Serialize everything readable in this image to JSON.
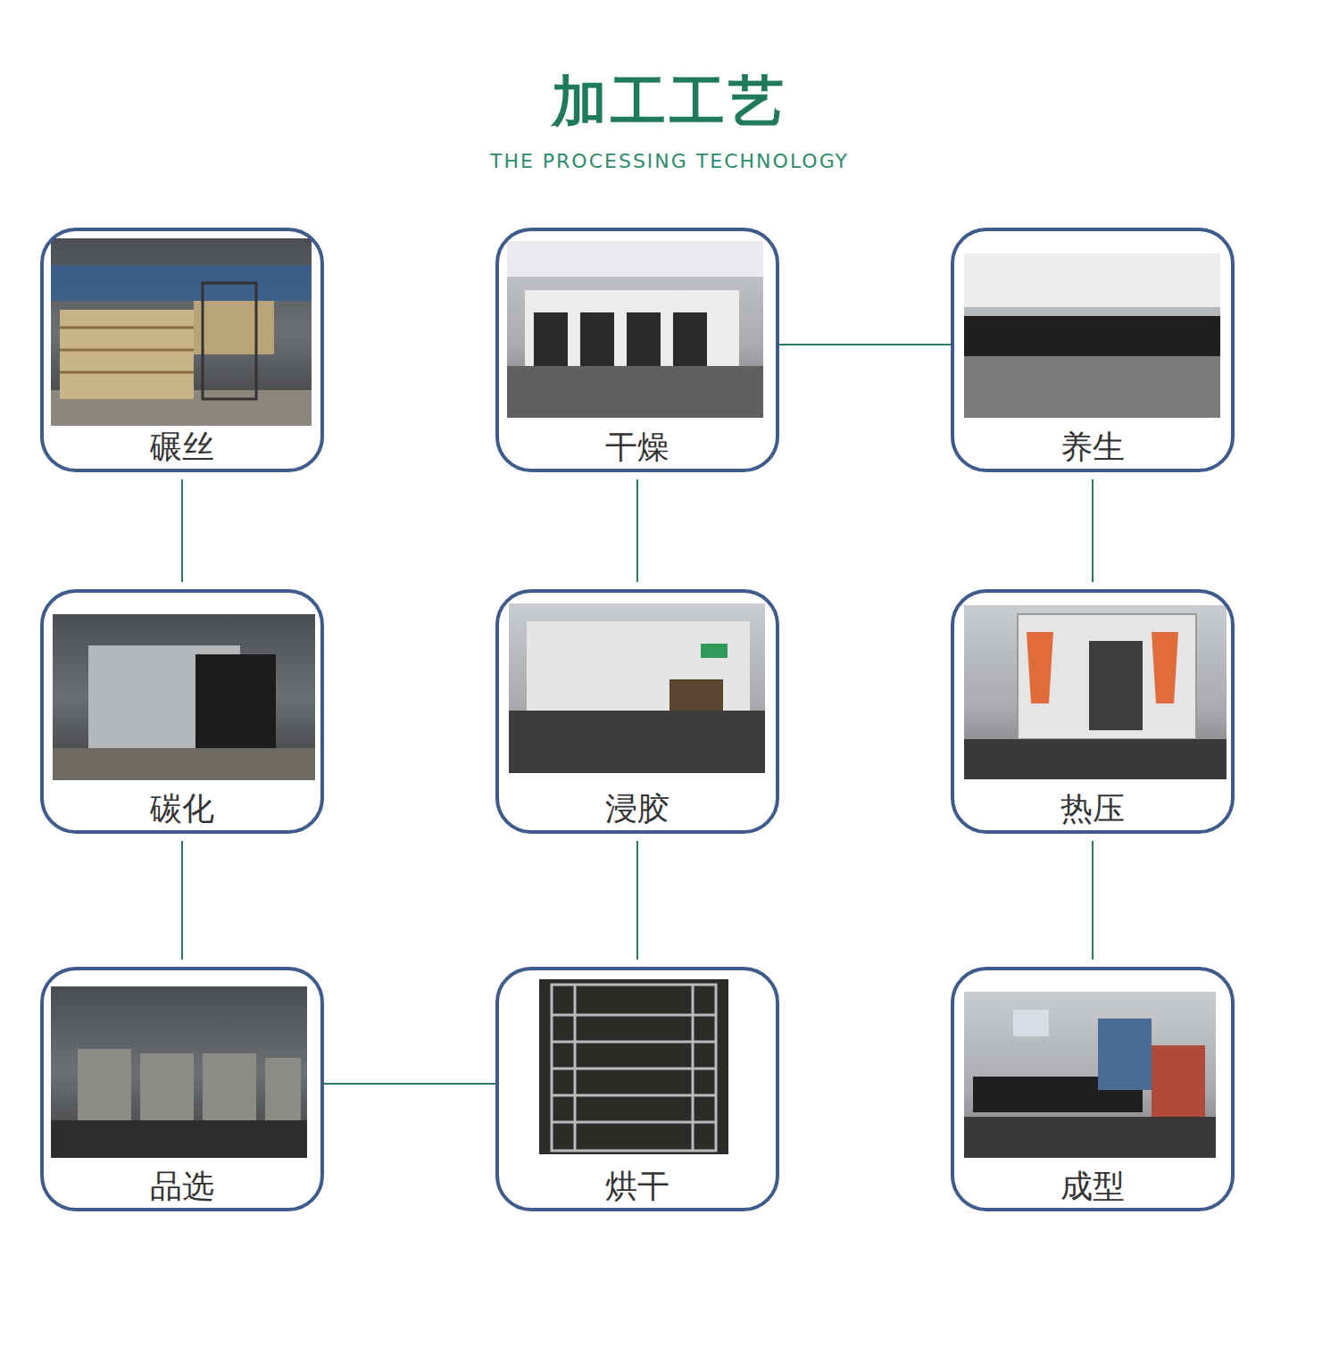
{
  "diagram": {
    "title": "加工工艺",
    "nodes": [
      {
        "text": [
          "碾丝"
        ]
      },
      {
        "text": [
          "干燥"
        ]
      },
      {
        "text": [
          "养生"
        ]
      },
      {
        "text": [
          "碳化"
        ]
      },
      {
        "text": [
          "浸胶"
        ]
      },
      {
        "text": [
          "热压"
        ]
      },
      {
        "text": [
          "品选"
        ]
      },
      {
        "text": [
          "烘干"
        ]
      },
      {
        "text": [
          "成型"
        ]
      }
    ],
    "edges": [
      {
        "from": 0,
        "to": 3,
        "arrow": "none"
      },
      {
        "from": 3,
        "to": 6,
        "arrow": "none"
      },
      {
        "from": 6,
        "to": 7,
        "arrow": "none"
      },
      {
        "from": 7,
        "to": 4,
        "arrow": "none"
      },
      {
        "from": 4,
        "to": 1,
        "arrow": "none"
      },
      {
        "from": 1,
        "to": 2,
        "arrow": "none"
      },
      {
        "from": 2,
        "to": 5,
        "arrow": "none"
      },
      {
        "from": 5,
        "to": 8,
        "arrow": "none"
      }
    ],
    "labels": [
      "THE PROCESSING TECHNOLOGY"
    ]
  }
}
